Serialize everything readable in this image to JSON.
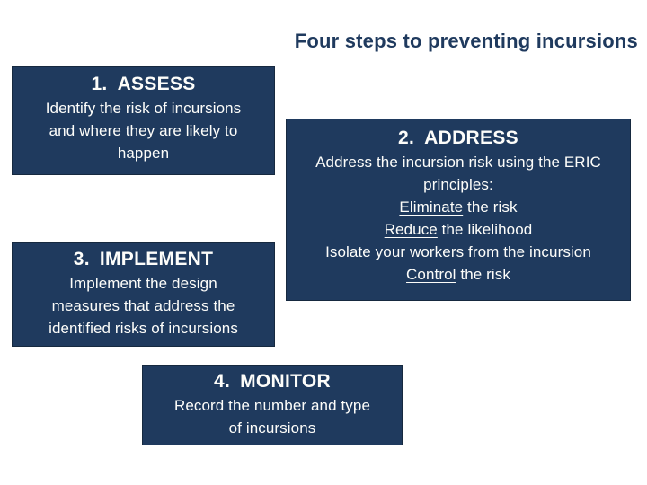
{
  "slide": {
    "title": "Four steps to preventing incursions",
    "colors": {
      "navy": "#1f3a5e",
      "navy_border": "#16293f",
      "background": "#ffffff",
      "text_on_navy": "#fdfdfa",
      "title_text": "#1f3a5e"
    },
    "boxes": [
      {
        "id": "assess",
        "number": "1.",
        "label": "ASSESS",
        "lines": [
          {
            "segments": [
              {
                "text": "Identify the risk of incursions",
                "underline": false
              }
            ]
          },
          {
            "segments": [
              {
                "text": "and where they are likely to",
                "underline": false
              }
            ]
          },
          {
            "segments": [
              {
                "text": "happen",
                "underline": false
              }
            ]
          }
        ]
      },
      {
        "id": "address",
        "number": "2.",
        "label": "ADDRESS",
        "lines": [
          {
            "segments": [
              {
                "text": "Address the incursion risk using the ERIC",
                "underline": false
              }
            ]
          },
          {
            "segments": [
              {
                "text": "principles:",
                "underline": false
              }
            ]
          },
          {
            "segments": [
              {
                "text": "Eliminate",
                "underline": true
              },
              {
                "text": " the risk",
                "underline": false
              }
            ]
          },
          {
            "segments": [
              {
                "text": "Reduce",
                "underline": true
              },
              {
                "text": " the likelihood",
                "underline": false
              }
            ]
          },
          {
            "segments": [
              {
                "text": "Isolate",
                "underline": true
              },
              {
                "text": " your workers from the incursion",
                "underline": false
              }
            ]
          },
          {
            "segments": [
              {
                "text": "Control",
                "underline": true
              },
              {
                "text": " the risk",
                "underline": false
              }
            ]
          }
        ]
      },
      {
        "id": "implement",
        "number": "3.",
        "label": "IMPLEMENT",
        "lines": [
          {
            "segments": [
              {
                "text": "Implement the design",
                "underline": false
              }
            ]
          },
          {
            "segments": [
              {
                "text": "measures that address the",
                "underline": false
              }
            ]
          },
          {
            "segments": [
              {
                "text": "identified risks of incursions",
                "underline": false
              }
            ]
          }
        ]
      },
      {
        "id": "monitor",
        "number": "4.",
        "label": "MONITOR",
        "lines": [
          {
            "segments": [
              {
                "text": "Record the number and type",
                "underline": false
              }
            ]
          },
          {
            "segments": [
              {
                "text": "of incursions",
                "underline": false
              }
            ]
          }
        ]
      }
    ]
  }
}
